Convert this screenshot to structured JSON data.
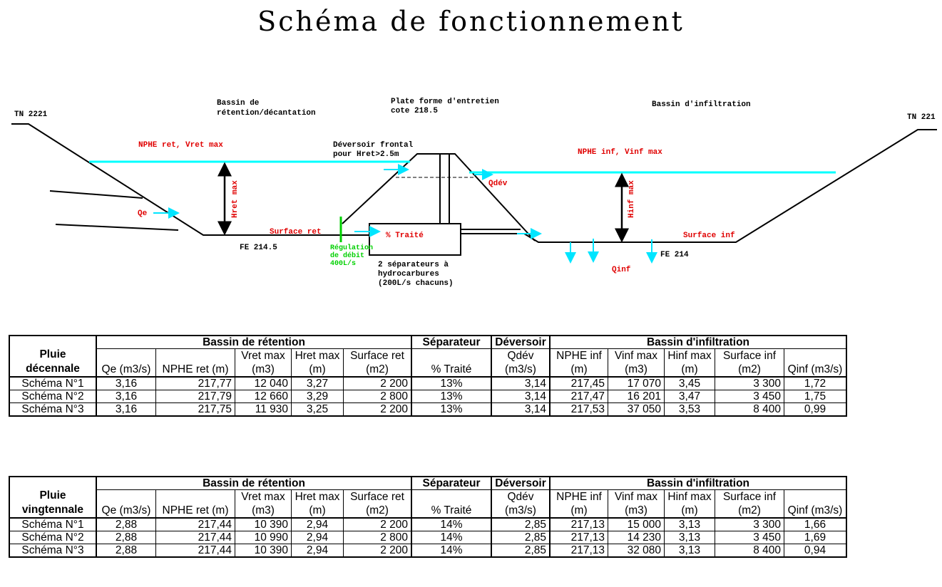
{
  "title": "Schéma de fonctionnement",
  "diagram": {
    "tn_left": "TN 2221",
    "tn_right": "TN 221",
    "bassin_ret_line1": "Bassin de",
    "bassin_ret_line2": "rétention/décantation",
    "plate_forme_line1": "Plate forme d'entretien",
    "plate_forme_line2": "cote 218.5",
    "bassin_inf": "Bassin d'infiltration",
    "nphe_ret": "NPHE ret, Vret max",
    "deversoir_line1": "Déversoir frontal",
    "deversoir_line2": "pour Hret>2.5m",
    "nphe_inf": "NPHE inf, Vinf max",
    "hret_max": "Hret max",
    "qdev": "Qdév",
    "hinf_max": "Hinf max",
    "qe": "Qe",
    "surface_ret": "Surface ret",
    "pct_traite": "% Traité",
    "surface_inf": "Surface inf",
    "fe_left": "FE 214.5",
    "fe_right": "FE 214",
    "regulation_line1": "Régulation",
    "regulation_line2": "de débit",
    "regulation_line3": "400L/s",
    "sep_line1": "2 séparateurs à",
    "sep_line2": "hydrocarbures",
    "sep_line3": "(200L/s chacuns)",
    "qinf": "Qinf",
    "colors": {
      "water": "#00ffff",
      "arrow": "#00e5ff",
      "red": "#e00000",
      "green": "#00d000"
    }
  },
  "tables": [
    {
      "title_line1": "Pluie",
      "title_line2": "décennale",
      "groups": [
        "Bassin de rétention",
        "Séparateur",
        "Déversoir",
        "Bassin d'infiltration"
      ],
      "headers": [
        [
          "",
          "Qe (m3/s)"
        ],
        [
          "",
          "NPHE ret (m)"
        ],
        [
          "Vret max",
          "(m3)"
        ],
        [
          "Hret max",
          "(m)"
        ],
        [
          "Surface ret",
          "(m2)"
        ],
        [
          "",
          "% Traité"
        ],
        [
          "Qdév",
          "(m3/s)"
        ],
        [
          "NPHE inf",
          "(m)"
        ],
        [
          "Vinf max",
          "(m3)"
        ],
        [
          "Hinf max",
          "(m)"
        ],
        [
          "Surface inf",
          "(m2)"
        ],
        [
          "",
          "Qinf (m3/s)"
        ]
      ],
      "rows": [
        {
          "name": "Schéma N°1",
          "values": [
            "3,16",
            "217,77",
            "12 040",
            "3,27",
            "2 200",
            "13%",
            "3,14",
            "217,45",
            "17 070",
            "3,45",
            "3 300",
            "1,72"
          ]
        },
        {
          "name": "Schéma N°2",
          "values": [
            "3,16",
            "217,79",
            "12 660",
            "3,29",
            "2 800",
            "13%",
            "3,14",
            "217,47",
            "16 201",
            "3,47",
            "3 450",
            "1,75"
          ]
        },
        {
          "name": "Schéma N°3",
          "values": [
            "3,16",
            "217,75",
            "11 930",
            "3,25",
            "2 200",
            "13%",
            "3,14",
            "217,53",
            "37 050",
            "3,53",
            "8 400",
            "0,99"
          ]
        }
      ]
    },
    {
      "title_line1": "Pluie",
      "title_line2": "vingtennale",
      "groups": [
        "Bassin de rétention",
        "Séparateur",
        "Déversoir",
        "Bassin d'infiltration"
      ],
      "headers": [
        [
          "",
          "Qe (m3/s)"
        ],
        [
          "",
          "NPHE ret (m)"
        ],
        [
          "Vret max",
          "(m3)"
        ],
        [
          "Hret max",
          "(m)"
        ],
        [
          "Surface ret",
          "(m2)"
        ],
        [
          "",
          "% Traité"
        ],
        [
          "Qdév",
          "(m3/s)"
        ],
        [
          "NPHE inf",
          "(m)"
        ],
        [
          "Vinf max",
          "(m3)"
        ],
        [
          "Hinf max",
          "(m)"
        ],
        [
          "Surface inf",
          "(m2)"
        ],
        [
          "",
          "Qinf (m3/s)"
        ]
      ],
      "rows": [
        {
          "name": "Schéma N°1",
          "values": [
            "2,88",
            "217,44",
            "10 390",
            "2,94",
            "2 200",
            "14%",
            "2,85",
            "217,13",
            "15 000",
            "3,13",
            "3 300",
            "1,66"
          ]
        },
        {
          "name": "Schéma N°2",
          "values": [
            "2,88",
            "217,44",
            "10 990",
            "2,94",
            "2 800",
            "14%",
            "2,85",
            "217,13",
            "14 230",
            "3,13",
            "3 450",
            "1,69"
          ]
        },
        {
          "name": "Schéma N°3",
          "values": [
            "2,88",
            "217,44",
            "10 390",
            "2,94",
            "2 200",
            "14%",
            "2,85",
            "217,13",
            "32 080",
            "3,13",
            "8 400",
            "0,94"
          ]
        }
      ]
    }
  ]
}
